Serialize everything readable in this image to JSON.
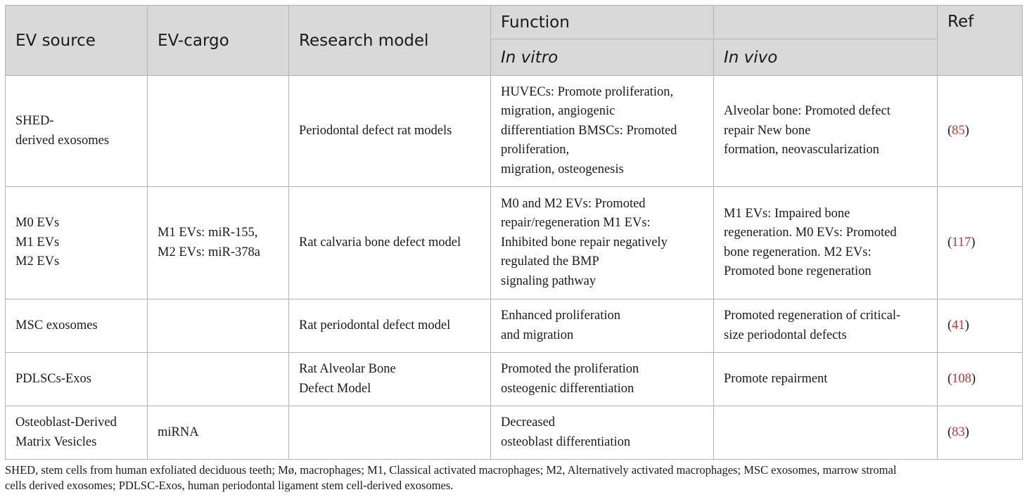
{
  "header": {
    "col_source": "EV source",
    "col_cargo": "EV-cargo",
    "col_model": "Research model",
    "col_function": "Function",
    "col_ref": "Ref",
    "sub_invitro": "In vitro",
    "sub_invivo": "In vivo"
  },
  "rows": [
    {
      "source": [
        "SHED-",
        "derived exosomes"
      ],
      "cargo": [],
      "model": [
        "Periodontal defect rat models"
      ],
      "invitro": [
        "HUVECs: Promote proliferation,",
        "migration, angiogenic",
        "differentiation BMSCs: Promoted",
        "proliferation,",
        "migration, osteogenesis"
      ],
      "invivo": [
        "Alveolar bone: Promoted defect",
        "repair New bone",
        "formation, neovascularization"
      ],
      "ref": "85"
    },
    {
      "source": [
        "M0 EVs",
        "M1 EVs",
        "M2 EVs"
      ],
      "cargo": [
        "M1 EVs: miR-155,",
        "M2 EVs: miR-378a"
      ],
      "model": [
        "Rat calvaria bone defect model"
      ],
      "invitro": [
        "M0 and M2 EVs: Promoted",
        "repair/regeneration M1 EVs:",
        "Inhibited bone repair negatively",
        "regulated the BMP",
        "signaling pathway"
      ],
      "invivo": [
        "M1 EVs: Impaired bone",
        "regeneration. M0 EVs: Promoted",
        "bone regeneration. M2 EVs:",
        "Promoted bone regeneration"
      ],
      "ref": "117"
    },
    {
      "source": [
        "MSC exosomes"
      ],
      "cargo": [],
      "model": [
        "Rat periodontal defect model"
      ],
      "invitro": [
        "Enhanced proliferation",
        "and migration"
      ],
      "invivo": [
        "Promoted regeneration of critical-",
        "size periodontal defects"
      ],
      "ref": "41"
    },
    {
      "source": [
        "PDLSCs-Exos"
      ],
      "cargo": [],
      "model": [
        "Rat Alveolar Bone",
        "Defect Model"
      ],
      "invitro": [
        "Promoted the proliferation",
        "osteogenic differentiation"
      ],
      "invivo": [
        "Promote repairment"
      ],
      "ref": "108"
    },
    {
      "source": [
        "Osteoblast-Derived",
        "Matrix Vesicles"
      ],
      "cargo": [
        "miRNA"
      ],
      "model": [],
      "invitro": [
        "Decreased",
        "osteoblast differentiation"
      ],
      "invivo": [],
      "ref": "83"
    }
  ],
  "footnote": [
    "SHED, stem cells from human exfoliated deciduous teeth; Mø, macrophages; M1, Classical activated macrophages; M2, Alternatively activated macrophages; MSC exosomes, marrow stromal",
    "cells derived exosomes; PDLSC-Exos, human periodontal ligament stem cell-derived exosomes."
  ],
  "colors": {
    "header_bg": "#d9d9d9",
    "border": "#b3b3b3",
    "ref_link": "#c4352b",
    "text": "#1a1a1a"
  }
}
